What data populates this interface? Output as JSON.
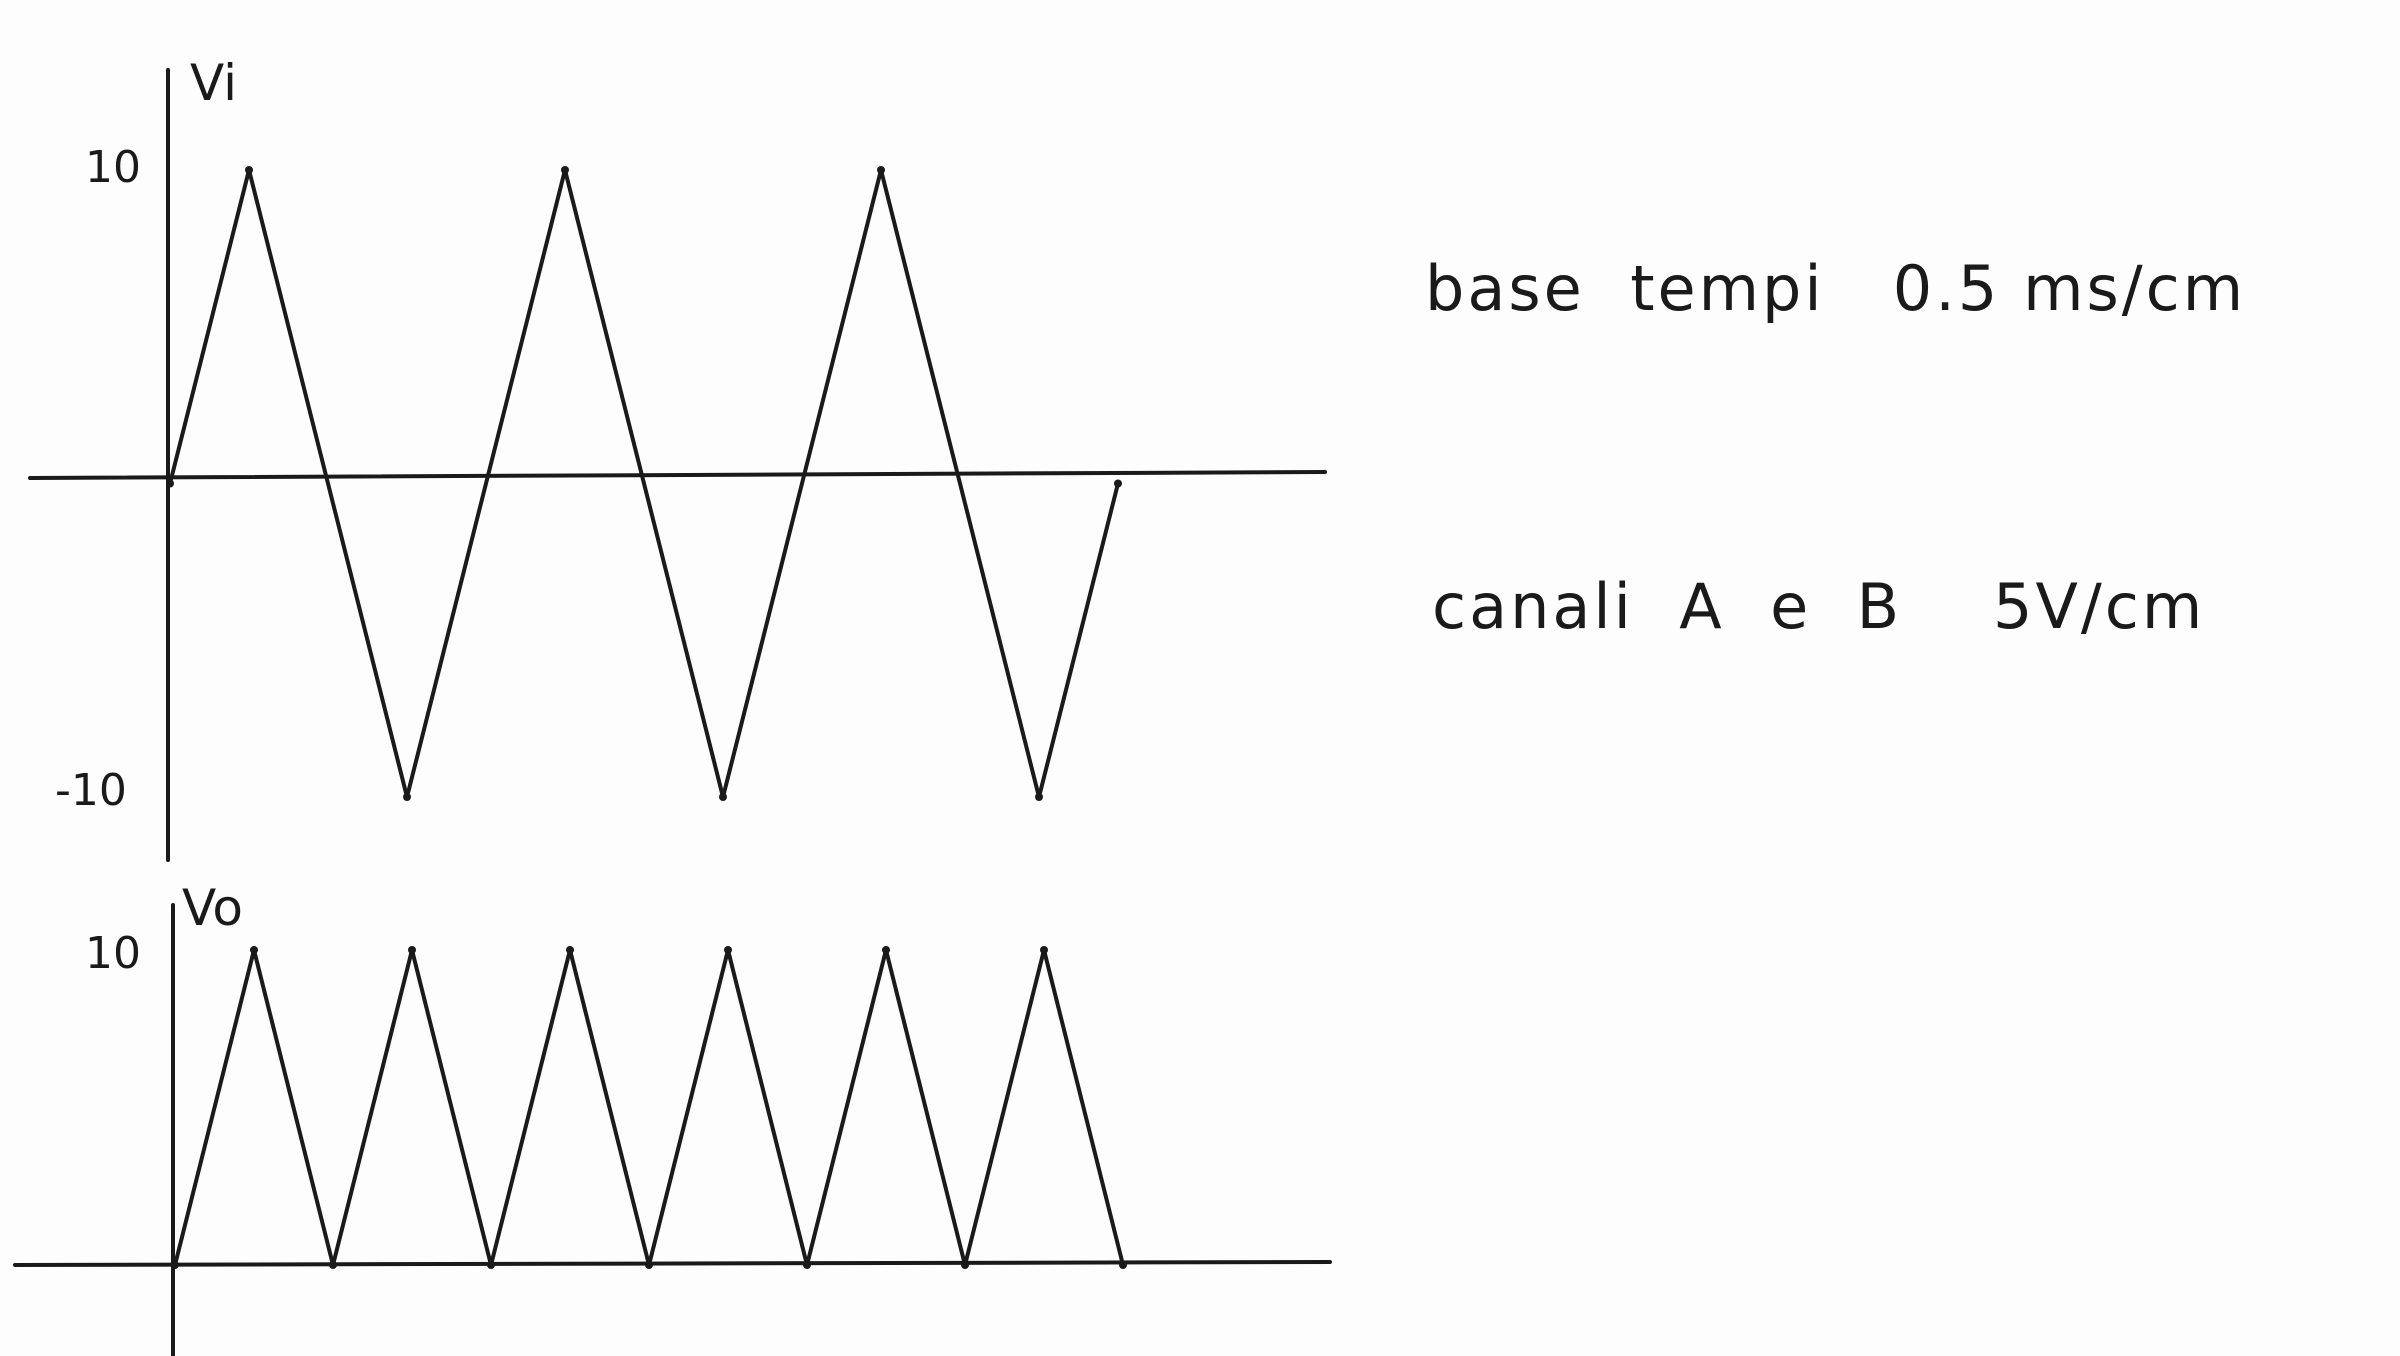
{
  "chart_data": [
    {
      "type": "line",
      "ylabel": "Vi",
      "ylim": [
        -10,
        10
      ],
      "y_ticks": [
        "10",
        "-10"
      ],
      "x": [
        0,
        0.5,
        1.5,
        2.5,
        3.5,
        4.5,
        5.5,
        6
      ],
      "series": [
        {
          "values": [
            0,
            10,
            -10,
            10,
            -10,
            10,
            -10,
            0
          ]
        }
      ]
    },
    {
      "type": "line",
      "ylabel": "Vo",
      "ylim": [
        0,
        10
      ],
      "y_ticks": [
        "10"
      ],
      "x": [
        0,
        0.5,
        1,
        1.5,
        2,
        2.5,
        3,
        3.5,
        4,
        4.5,
        5,
        5.5,
        6
      ],
      "series": [
        {
          "values": [
            0,
            10,
            0,
            10,
            0,
            10,
            0,
            10,
            0,
            10,
            0,
            10,
            0
          ]
        }
      ]
    }
  ],
  "notes": {
    "timebase": "base  tempi   0.5 ms/cm",
    "channels": "canali  A  e  B    5V/cm"
  },
  "colors": {
    "ink": "#1a1a1a",
    "paper": "#fdfdfd"
  }
}
